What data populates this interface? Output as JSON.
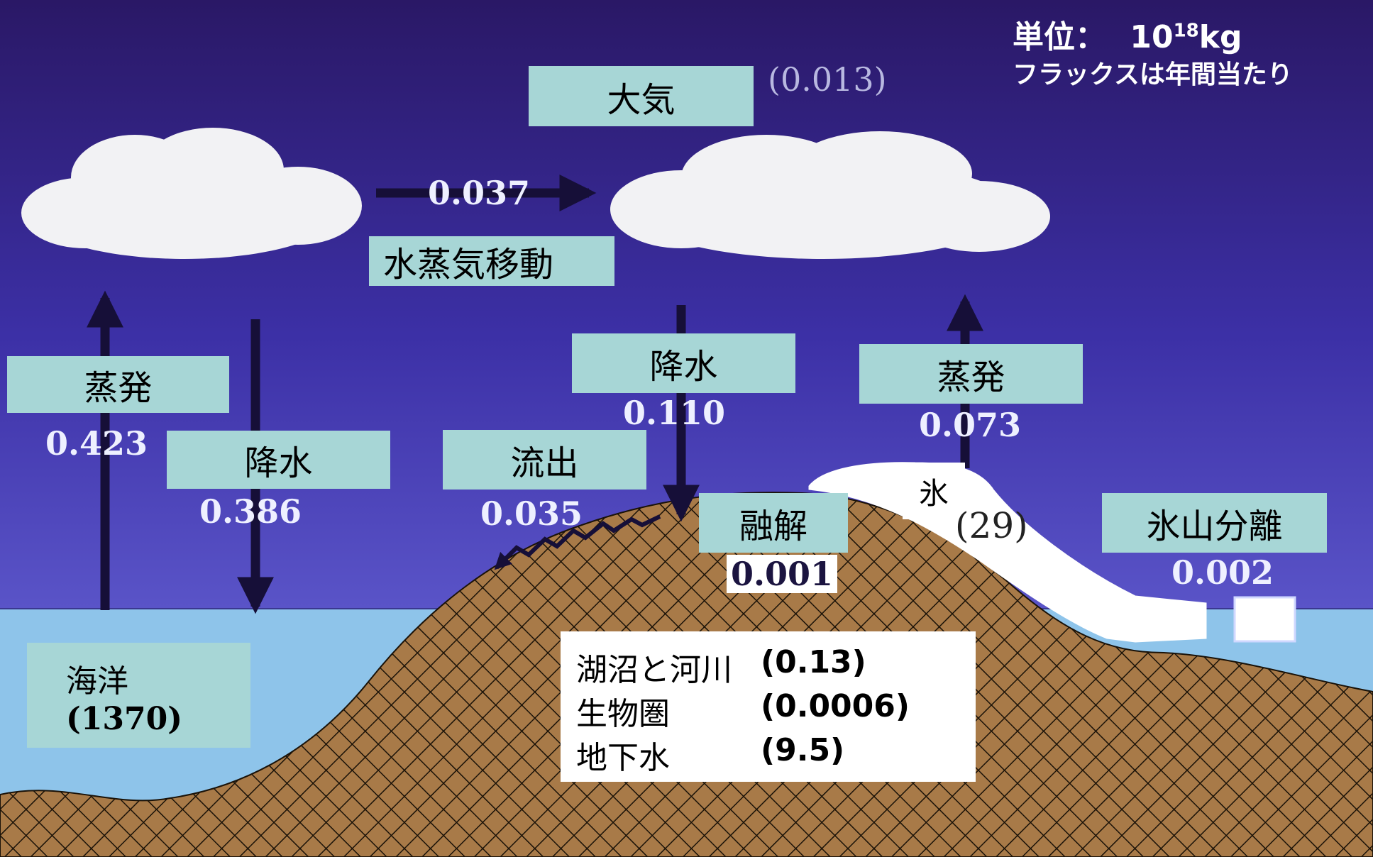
{
  "unit": {
    "label": "単位：",
    "base": "10",
    "exponent": "18",
    "suffix": "kg",
    "note": "フラックスは年間当たり"
  },
  "atmosphere": {
    "label": "大気",
    "value": "(0.013)"
  },
  "vapor_transport": {
    "label": "水蒸気移動",
    "value": "0.037"
  },
  "ocean_evaporation": {
    "label": "蒸発",
    "value": "0.423"
  },
  "ocean_precipitation": {
    "label": "降水",
    "value": "0.386"
  },
  "land_precipitation": {
    "label": "降水",
    "value": "0.110"
  },
  "land_evaporation": {
    "label": "蒸発",
    "value": "0.073"
  },
  "runoff": {
    "label": "流出",
    "value": "0.035"
  },
  "melting": {
    "label": "融解",
    "value": "0.001"
  },
  "ice": {
    "label": "氷",
    "value": "(29)"
  },
  "iceberg_calving": {
    "label": "氷山分離",
    "value": "0.002"
  },
  "ocean": {
    "label": "海洋",
    "value": "(1370)"
  },
  "reservoirs": [
    {
      "name": "湖沼と河川",
      "value": "(0.13)"
    },
    {
      "name": "生物圏",
      "value": "(0.0006)"
    },
    {
      "name": "地下水",
      "value": "(9.5)"
    }
  ],
  "colors": {
    "sky_top": "#2a1866",
    "sky_bottom": "#5a54c8",
    "ocean": "#8ec4ea",
    "land": "#a87a48",
    "label_box": "#a7d6d6",
    "arrow": "#160f38"
  }
}
